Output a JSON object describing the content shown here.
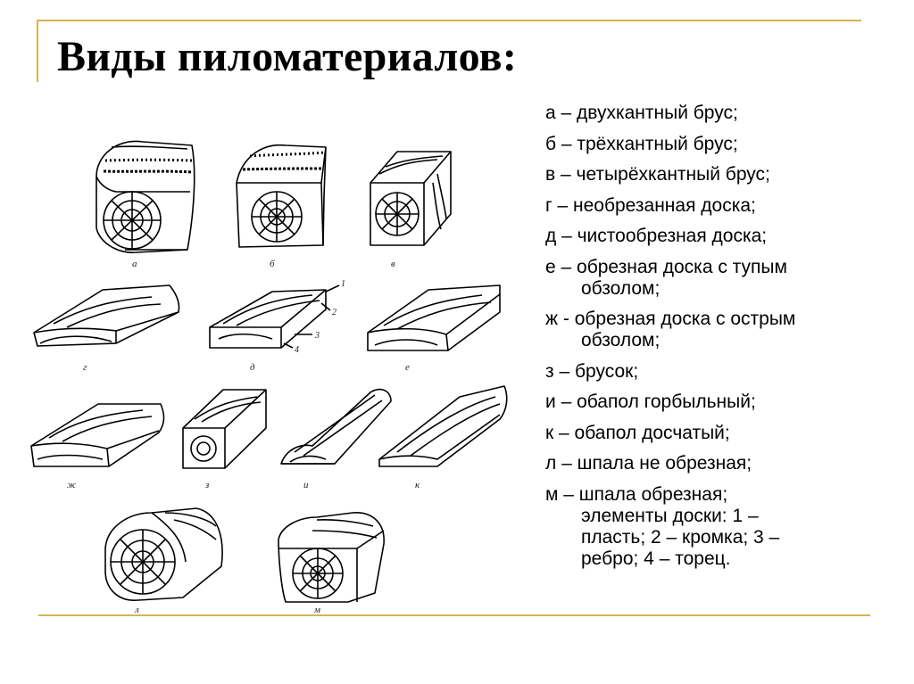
{
  "title": "Виды пиломатериалов:",
  "legend": [
    "а – двухкантный брус;",
    "б – трёхкантный брус;",
    "в – четырёхкантный брус;",
    "г – необрезанная доска;",
    "д – чистообрезная доска;",
    "е – обрезная доска с тупым\nобзолом;",
    "ж - обрезная доска с острым\nобзолом;",
    "з – брусок;",
    "и – обапол горбыльный;",
    "к – обапол досчатый;",
    "л – шпала не обрезная;",
    "м – шпала обрезная;\nэлементы доски: 1 –\nпласть; 2 – кромка; 3 –\nребро; 4 – торец."
  ],
  "figure": {
    "labels": [
      "а",
      "б",
      "в",
      "г",
      "д",
      "е",
      "ж",
      "з",
      "и",
      "к",
      "л",
      "м"
    ],
    "part_numbers": [
      "1",
      "2",
      "3",
      "4"
    ]
  },
  "colors": {
    "rule": "#d3b35a",
    "ink": "#000000"
  }
}
